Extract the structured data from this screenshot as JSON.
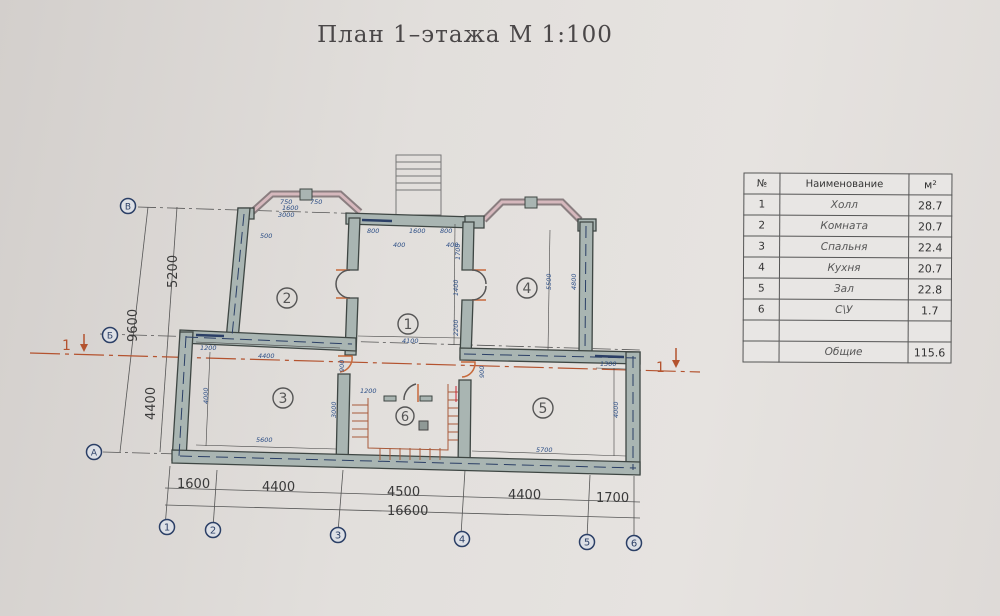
{
  "title": "План 1–этажа  М  1:100",
  "table": {
    "headers": {
      "no": "№",
      "name": "Наименование",
      "area": "м²"
    },
    "rows": [
      {
        "no": "1",
        "name": "Холл",
        "area": "28.7"
      },
      {
        "no": "2",
        "name": "Комната",
        "area": "20.7"
      },
      {
        "no": "3",
        "name": "Спальня",
        "area": "22.4"
      },
      {
        "no": "4",
        "name": "Кухня",
        "area": "20.7"
      },
      {
        "no": "5",
        "name": "Зал",
        "area": "22.8"
      },
      {
        "no": "6",
        "name": "С\\У",
        "area": "1.7"
      },
      {
        "no": "",
        "name": "",
        "area": ""
      }
    ],
    "total": {
      "name": "Общие",
      "area": "115.6"
    }
  },
  "axes": {
    "vertical": [
      "1",
      "2",
      "3",
      "4",
      "5",
      "6"
    ],
    "horizontal": [
      "В",
      "Б",
      "А"
    ]
  },
  "dimensions": {
    "bottom_segments": [
      "1600",
      "4400",
      "4500",
      "4400",
      "1700"
    ],
    "bottom_total": "16600",
    "left_segments": [
      "5200",
      "4400"
    ],
    "left_total": "9600"
  },
  "section_mark": {
    "label": "1"
  },
  "rooms": [
    {
      "id": "1",
      "dims": [
        "4100",
        "2200",
        "1400",
        "1700"
      ]
    },
    {
      "id": "2",
      "dims": [
        "500"
      ]
    },
    {
      "id": "3",
      "dims": [
        "1200",
        "4400",
        "4000",
        "5600",
        "3000",
        "900"
      ]
    },
    {
      "id": "4",
      "dims": [
        "5500",
        "4800"
      ]
    },
    {
      "id": "5",
      "dims": [
        "1300",
        "4000",
        "5700",
        "900"
      ]
    },
    {
      "id": "6",
      "dims": [
        "1200"
      ]
    }
  ],
  "openings": {
    "bay_left": [
      "750",
      "1600",
      "750",
      "3000"
    ],
    "entrance": [
      "800",
      "1600",
      "800",
      "400",
      "400"
    ]
  },
  "colors": {
    "wall_fill": "#a9b5b2",
    "wall_stroke": "#3e4643",
    "axis_blue": "#2b3f66",
    "section_red": "#b4532f",
    "stair_red": "#a85a3a",
    "dim_blue": "#2d4f86"
  }
}
